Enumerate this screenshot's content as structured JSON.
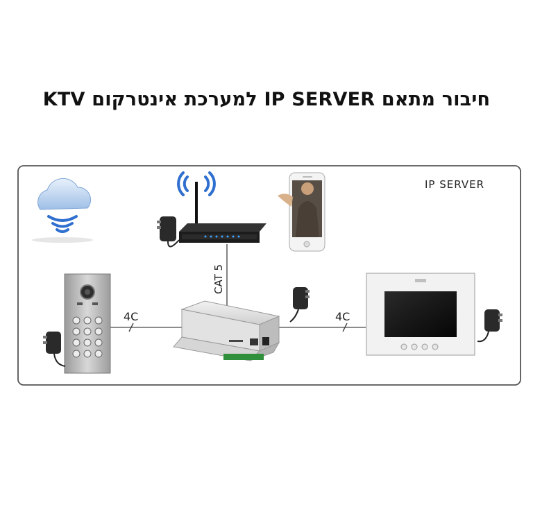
{
  "title": "חיבור מתאם IP SERVER למערכת אינטרקום KTV",
  "diagram": {
    "frame_label": "IP SERVER",
    "link_router_server": "CAT 5",
    "link_panel_server": "4C",
    "link_server_monitor": "4C"
  }
}
